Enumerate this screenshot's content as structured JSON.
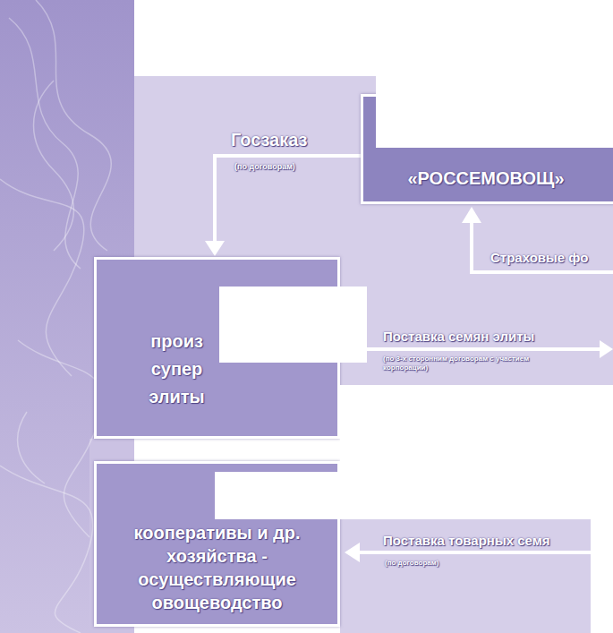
{
  "diagram": {
    "nodes": [
      {
        "text": [
          "«РОССЕМОВОЩ»"
        ]
      },
      {
        "text": [
          "произ супер элиты"
        ]
      },
      {
        "text": [
          "кооперативы и др. хозяйства - осуществляющие овощеводство"
        ]
      }
    ],
    "edges": [
      {
        "from": 0,
        "to": 1,
        "arrow": "to",
        "label": "Госзаказ"
      }
    ],
    "labels": [
      "(по договорам)",
      "Страховые фо",
      "Поставка семян элиты",
      "(по 3-х сторонним договорам с участием корпорации)",
      "Поставка товарных семя",
      "(по договорам)"
    ]
  }
}
